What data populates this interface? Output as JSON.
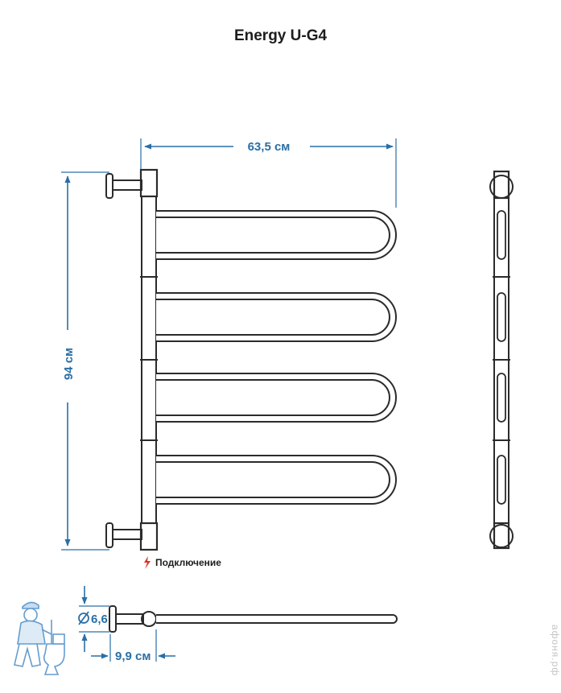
{
  "title": "Energy U-G4",
  "dimensions": {
    "width": "63,5 см",
    "height": "94 см",
    "diameter": "6,6",
    "offset": "9,9 см"
  },
  "connection_label": "Подключение",
  "watermark": "афоня.рф",
  "colors": {
    "dimension": "#2a6fa6",
    "line": "#2b2b2b",
    "connection_icon": "#d9312b",
    "mascot": "#4a8cc7"
  },
  "icons": [
    "lightning-icon",
    "diameter-symbol-icon",
    "plumber-mascot-icon"
  ]
}
